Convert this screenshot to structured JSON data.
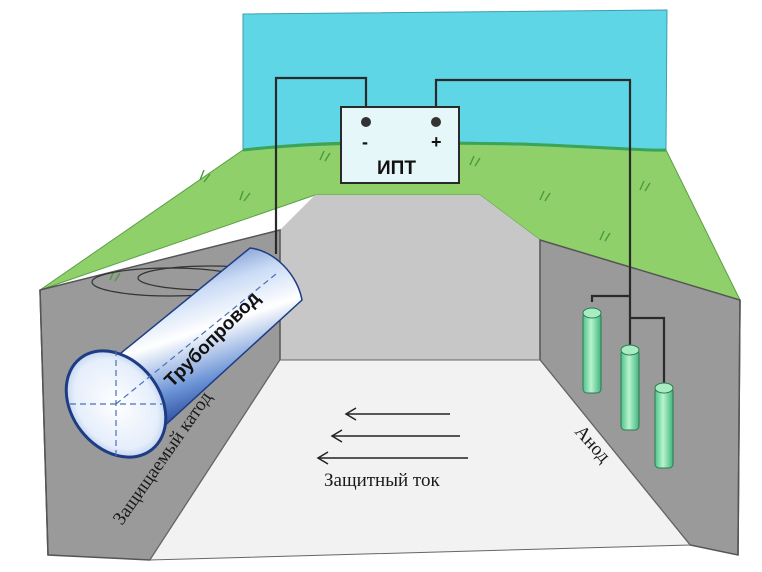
{
  "diagram": {
    "power_source": {
      "label": "ИПТ",
      "terminal_negative": "-",
      "terminal_positive": "+"
    },
    "pipe": {
      "label": "Трубопровод",
      "role_label": "Защищаемый катод"
    },
    "anode": {
      "label": "Анод",
      "rod_count": 3
    },
    "current": {
      "label": "Защитный ток",
      "arrow_count": 3,
      "direction": "left"
    },
    "colors": {
      "sky": "#5fd6e6",
      "grass": "#8fd06a",
      "soil_wall": "#9a9a9a",
      "trench_floor": "#f2f2f2",
      "wire": "#2a2a2a",
      "anode_fill": "#7fe0a6",
      "pipe_body": "#6b93d6",
      "power_box": "#e6f7f9"
    }
  }
}
